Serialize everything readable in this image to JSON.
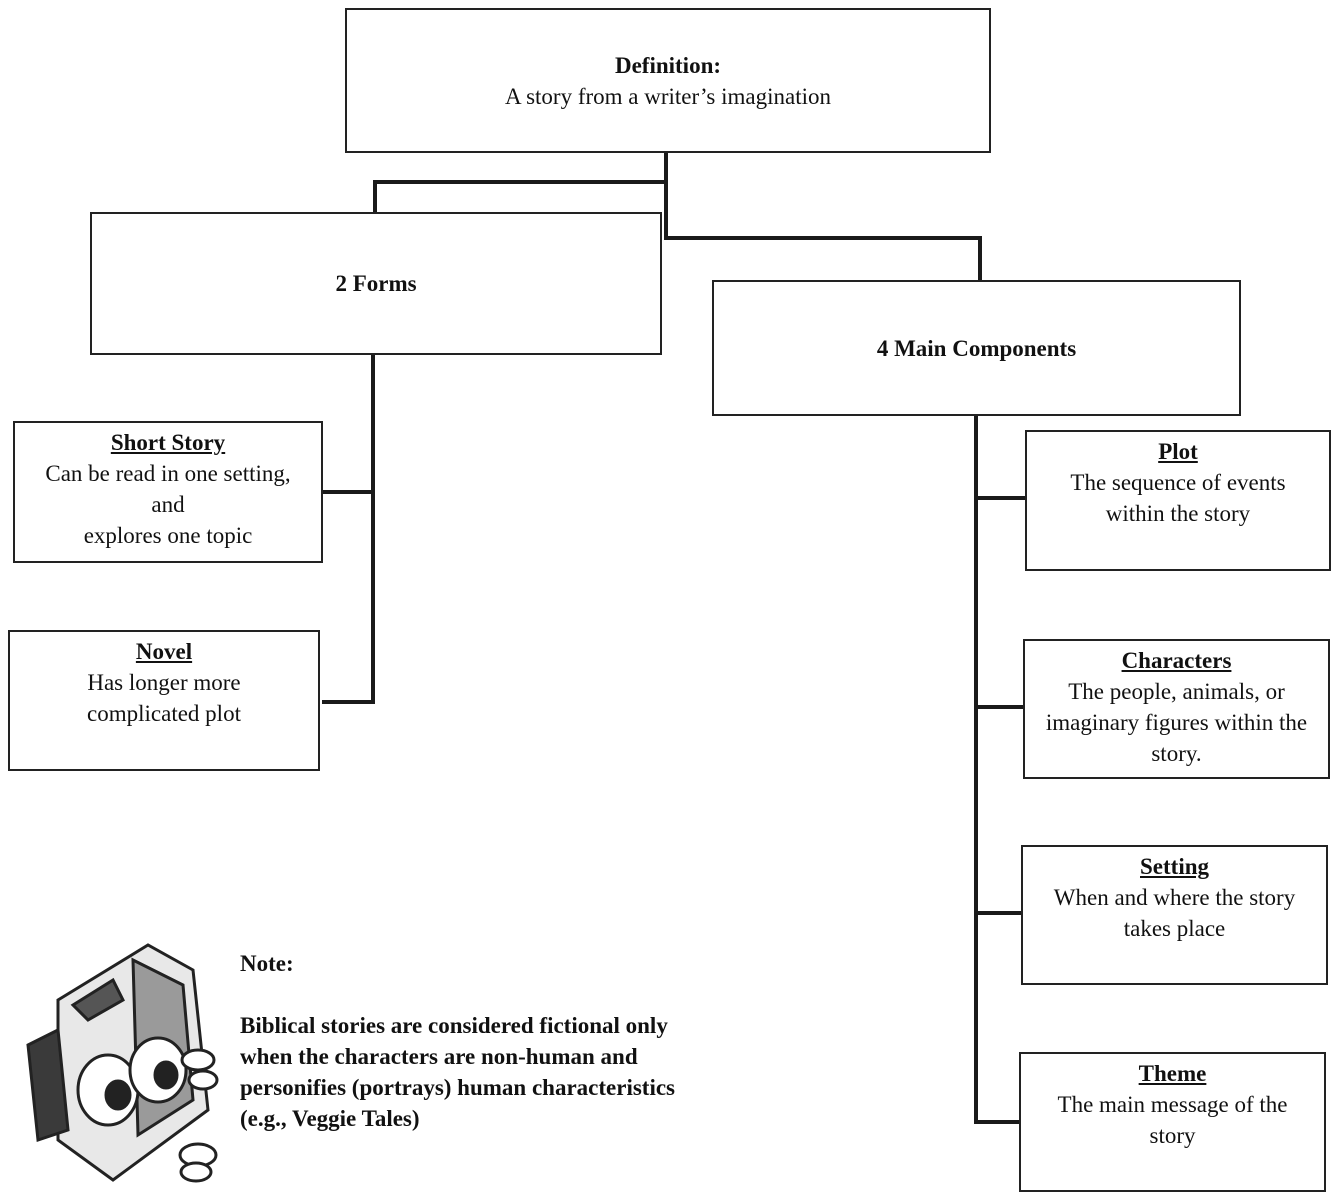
{
  "root": {
    "heading": "Definition:",
    "text": "A story from a writer’s imagination"
  },
  "forms": {
    "label": "2 Forms",
    "items": [
      {
        "title": "Short Story",
        "lines": [
          "Can be read in one setting,",
          "and",
          "explores one topic"
        ]
      },
      {
        "title": "Novel",
        "lines": [
          "Has longer more",
          "complicated plot"
        ]
      }
    ]
  },
  "components": {
    "label": "4 Main Components",
    "items": [
      {
        "title": "Plot",
        "lines": [
          "The sequence of events",
          "within the story"
        ]
      },
      {
        "title": "Characters",
        "lines": [
          "The people, animals, or",
          "imaginary figures within the",
          "story."
        ]
      },
      {
        "title": "Setting",
        "lines": [
          "When and where the story",
          "takes place"
        ]
      },
      {
        "title": "Theme",
        "lines": [
          "The main message of the",
          "story"
        ]
      }
    ]
  },
  "note": {
    "title": "Note:",
    "text": "Biblical stories are considered fictional only when the characters are non-human and personifies (portrays) human characteristics (e.g., Veggie Tales)"
  },
  "illustration": {
    "icon": "book-character-icon"
  },
  "colors": {
    "line": "#1a1a1a",
    "border": "#222222",
    "background": "#ffffff"
  }
}
